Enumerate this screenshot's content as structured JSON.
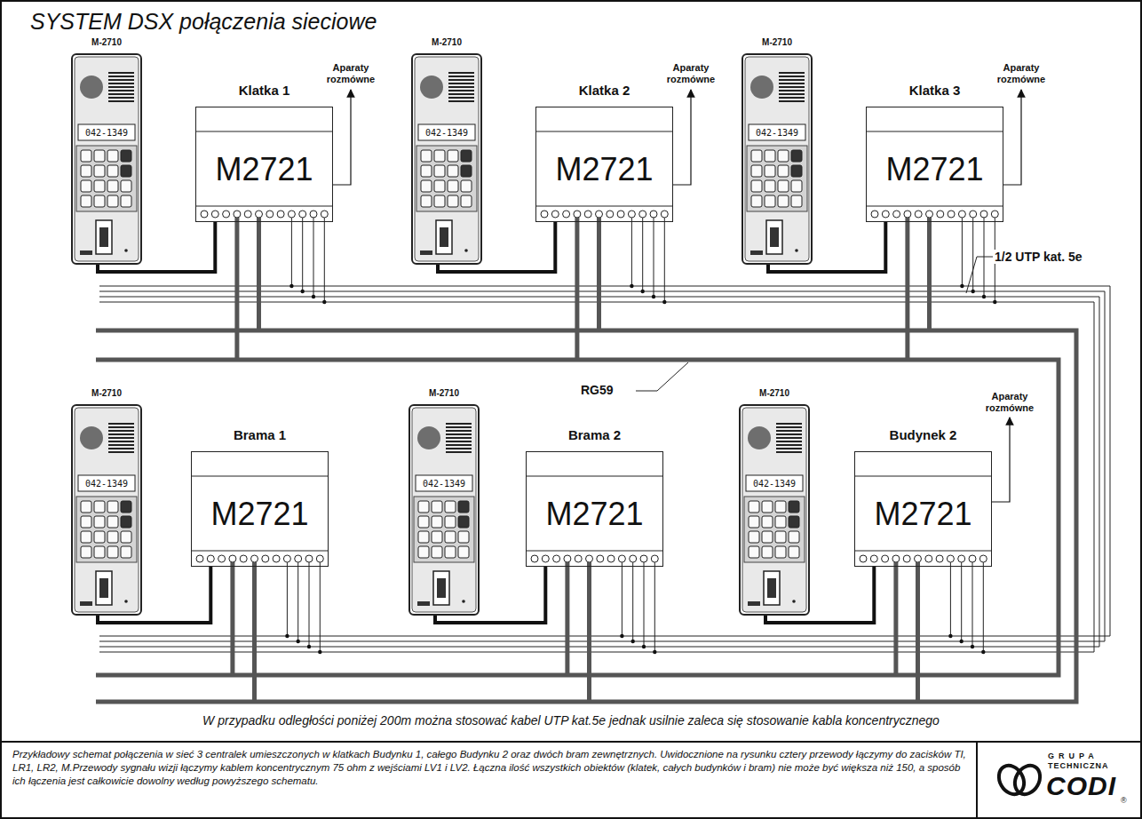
{
  "diagram": {
    "title": "SYSTEM DSX połączenia sieciowe",
    "caption": "Przykładowy schemat połączenia w sieć 3 centralek umieszczonych w klatkach Budynku 1, całego Budynku 2 oraz dwóch bram zewnętrznych. Uwidocznione na rysunku cztery przewody łączymy do zacisków TI, LR1, LR2, M.Przewody sygnału wizji łączymy kablem koncentrycznym 75 ohm z wejściami LV1 i LV2. Łączna ilość wszystkich obiektów (klatek, całych budynków i bram) nie może być większa niż 150, a sposób ich łączenia jest całkowicie dowolny według powyższego schematu.",
    "nodes": [
      {
        "text": [
          "M-2710",
          "042-1349"
        ]
      },
      {
        "text": [
          "Klatka 1",
          "M2721"
        ]
      },
      {
        "text": [
          "M-2710",
          "042-1349"
        ]
      },
      {
        "text": [
          "Klatka 2",
          "M2721"
        ]
      },
      {
        "text": [
          "M-2710",
          "042-1349"
        ]
      },
      {
        "text": [
          "Klatka 3",
          "M2721"
        ]
      },
      {
        "text": [
          "M-2710",
          "042-1349"
        ]
      },
      {
        "text": [
          "Brama 1",
          "M2721"
        ]
      },
      {
        "text": [
          "M-2710",
          "042-1349"
        ]
      },
      {
        "text": [
          "Brama 2",
          "M2721"
        ]
      },
      {
        "text": [
          "M-2710",
          "042-1349"
        ]
      },
      {
        "text": [
          "Budynek 2",
          "M2721"
        ]
      }
    ],
    "edges": [
      {
        "from": 0,
        "to": 1,
        "arrow": "none"
      },
      {
        "from": 2,
        "to": 3,
        "arrow": "none"
      },
      {
        "from": 4,
        "to": 5,
        "arrow": "none"
      },
      {
        "from": 6,
        "to": 7,
        "arrow": "none"
      },
      {
        "from": 8,
        "to": 9,
        "arrow": "none"
      },
      {
        "from": 10,
        "to": 11,
        "arrow": "none"
      }
    ],
    "labels": [
      "Aparaty rozmówne",
      "Aparaty rozmówne",
      "Aparaty rozmówne",
      "Aparaty rozmówne",
      "1/2 UTP kat. 5e",
      "RG59",
      "W przypadku odległości poniżej 200m można stosować kabel UTP kat.5e jednak usilnie zaleca się stosowanie kabla koncentrycznego",
      "GRUPA",
      "TECHNICZNA",
      "CODI",
      "®"
    ]
  }
}
